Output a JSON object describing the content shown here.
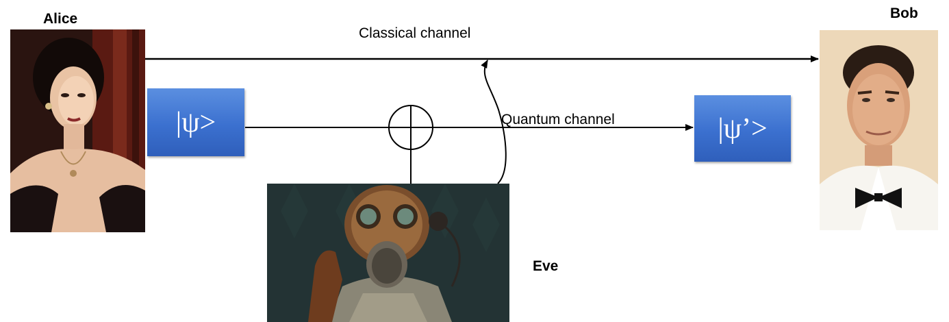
{
  "alice": {
    "name": "Alice"
  },
  "bob": {
    "name": "Bob"
  },
  "eve": {
    "name": "Eve"
  },
  "channels": {
    "classical": "Classical channel",
    "quantum": "Quantum channel"
  },
  "states": {
    "sent": "|ψ>",
    "received": "|ψ’>"
  },
  "colors": {
    "state_box": "#3b70cf",
    "line": "#000000"
  }
}
